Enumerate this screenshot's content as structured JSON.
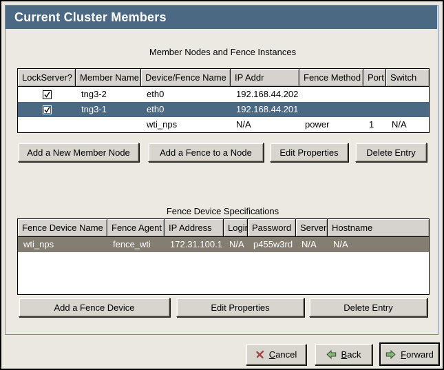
{
  "window": {
    "title": "Current Cluster Members"
  },
  "colors": {
    "titlebar_bg": "#4b6983",
    "selected_row_blue": "#4b6983",
    "selected_row_gray": "#837d72",
    "header_cell_bg": "#d6d3ce",
    "window_bg": "#ebe8e2",
    "button_bg": "#d8d5cf",
    "cancel_icon_red": "#a0454a",
    "arrow_icon_green": "#8cb87c"
  },
  "icons": {
    "cancel": "red-x-icon",
    "back": "green-arrow-left-icon",
    "forward": "green-arrow-right-icon",
    "lockserver_checked": "checkmark-icon"
  },
  "member_section": {
    "label": "Member Nodes and Fence Instances",
    "columns": [
      "LockServer?",
      "Member Name",
      "Device/Fence Name",
      "IP Addr",
      "Fence Method",
      "Port",
      "Switch"
    ],
    "rows": [
      {
        "lockserver": "checked",
        "member_name": "tng3-2",
        "device_fence_name": "eth0",
        "ip_addr": "192.168.44.202",
        "fence_method": "",
        "port": "",
        "switch": "",
        "selected": false
      },
      {
        "lockserver": "checked",
        "member_name": "tng3-1",
        "device_fence_name": "eth0",
        "ip_addr": "192.168.44.201",
        "fence_method": "",
        "port": "",
        "switch": "",
        "selected": true
      },
      {
        "lockserver": "none",
        "member_name": "",
        "device_fence_name": "wti_nps",
        "ip_addr": "N/A",
        "fence_method": "power",
        "port": "1",
        "switch": "N/A",
        "selected": false
      }
    ],
    "buttons": [
      "Add a New Member Node",
      "Add a Fence to a Node",
      "Edit Properties",
      "Delete Entry"
    ]
  },
  "fence_section": {
    "label": "Fence Device Specifications",
    "columns": [
      "Fence Device Name",
      "Fence Agent",
      "IP Address",
      "Login",
      "Password",
      "Server",
      "Hostname"
    ],
    "rows": [
      {
        "fence_device_name": "wti_nps",
        "fence_agent": "fence_wti",
        "ip_address": "172.31.100.1",
        "login": "N/A",
        "password": "p455w3rd",
        "server": "N/A",
        "hostname": "N/A",
        "selected": true
      }
    ],
    "buttons": [
      "Add a Fence Device",
      "Edit Properties",
      "Delete Entry"
    ]
  },
  "action_bar": {
    "cancel": "Cancel",
    "back": "Back",
    "forward": "Forward"
  }
}
